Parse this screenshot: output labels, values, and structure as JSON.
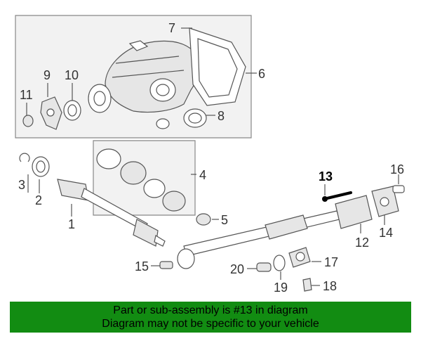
{
  "diagram": {
    "callouts": [
      {
        "id": "1",
        "text": "1"
      },
      {
        "id": "2",
        "text": "2"
      },
      {
        "id": "3",
        "text": "3"
      },
      {
        "id": "4",
        "text": "4"
      },
      {
        "id": "5",
        "text": "5"
      },
      {
        "id": "6",
        "text": "6"
      },
      {
        "id": "7",
        "text": "7"
      },
      {
        "id": "8",
        "text": "8"
      },
      {
        "id": "9",
        "text": "9"
      },
      {
        "id": "10",
        "text": "10"
      },
      {
        "id": "11",
        "text": "11"
      },
      {
        "id": "12",
        "text": "12"
      },
      {
        "id": "13",
        "text": "13"
      },
      {
        "id": "14",
        "text": "14"
      },
      {
        "id": "15",
        "text": "15"
      },
      {
        "id": "16",
        "text": "16"
      },
      {
        "id": "17",
        "text": "17"
      },
      {
        "id": "18",
        "text": "18"
      },
      {
        "id": "19",
        "text": "19"
      },
      {
        "id": "20",
        "text": "20"
      }
    ],
    "highlighted_part": "13",
    "banner": {
      "line1": "Part or sub-assembly is #13 in diagram",
      "line2": "Diagram may not be specific to your vehicle",
      "color": "#128c12"
    }
  }
}
